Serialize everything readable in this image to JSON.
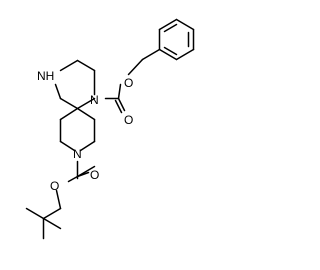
{
  "atoms": {
    "nh": "NH",
    "n1": "N",
    "o_ring_ester": "O",
    "o_carbonyl1": "O",
    "n_pip": "N",
    "o_boc_ester": "O",
    "o_carbonyl2": "O"
  }
}
